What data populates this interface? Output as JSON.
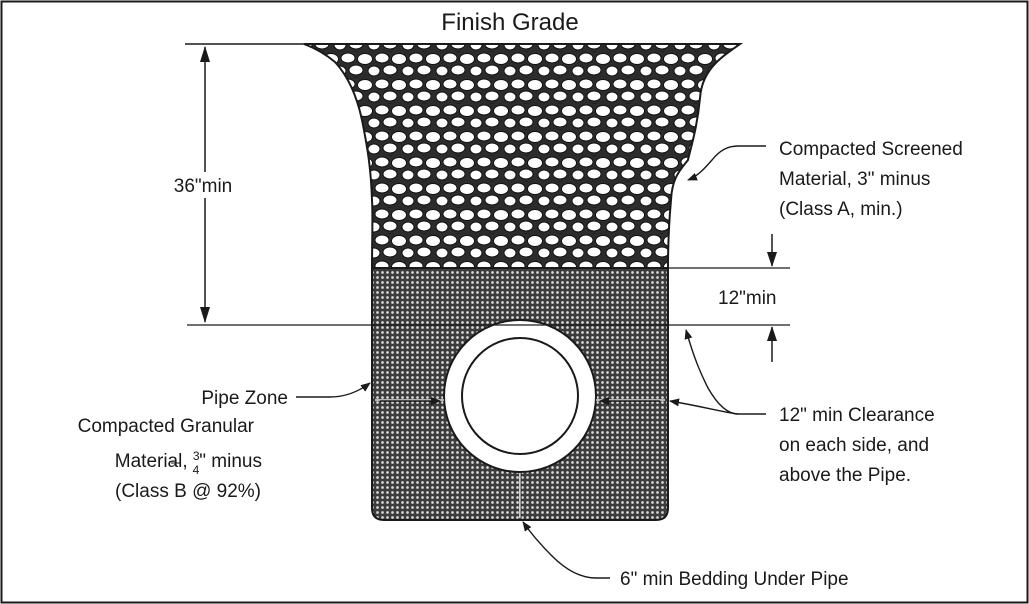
{
  "diagram": {
    "title": "Finish Grade",
    "dimensions": {
      "depth_total": "36\"min",
      "cover_above_pipe": "12\"min"
    },
    "callouts": {
      "screened_material": {
        "line1": "Compacted Screened",
        "line2": "Material, 3\" minus",
        "line3": "(Class A, min.)"
      },
      "pipe_zone": {
        "line1": "Pipe Zone",
        "line2": "Compacted Granular",
        "line3_prefix": "Material, ",
        "fraction_num": "3",
        "fraction_den": "4",
        "line3_suffix": "\" minus",
        "line4": "(Class B @ 92%)"
      },
      "clearance": {
        "line1": "12\" min Clearance",
        "line2": "on each side, and",
        "line3": "above the Pipe."
      },
      "bedding": {
        "line1": "6\" min Bedding Under Pipe"
      }
    },
    "colors": {
      "line": "#1a1a1a",
      "fill_dark": "#3a3a3a",
      "background": "#ffffff"
    }
  }
}
